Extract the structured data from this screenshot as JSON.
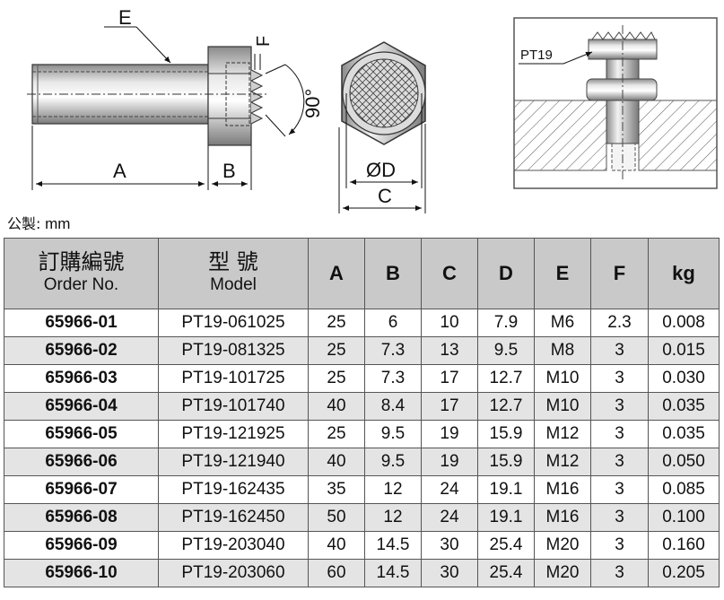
{
  "drawing": {
    "labels": {
      "e": "E",
      "f": "F",
      "angle": "90°",
      "a": "A",
      "b": "B",
      "d": "ØD",
      "c": "C"
    },
    "assembly_label": "PT19"
  },
  "unit_label": {
    "prefix": "公製:",
    "unit": "mm"
  },
  "table": {
    "headers": {
      "order_zh": "訂購編號",
      "order_en": "Order No.",
      "model_zh": "型 號",
      "model_en": "Model",
      "a": "A",
      "b": "B",
      "c": "C",
      "d": "D",
      "e": "E",
      "f": "F",
      "kg": "kg"
    },
    "rows": [
      {
        "order": "65966-01",
        "model": "PT19-061025",
        "a": "25",
        "b": "6",
        "c": "10",
        "d": "7.9",
        "e": "M6",
        "f": "2.3",
        "kg": "0.008"
      },
      {
        "order": "65966-02",
        "model": "PT19-081325",
        "a": "25",
        "b": "7.3",
        "c": "13",
        "d": "9.5",
        "e": "M8",
        "f": "3",
        "kg": "0.015"
      },
      {
        "order": "65966-03",
        "model": "PT19-101725",
        "a": "25",
        "b": "7.3",
        "c": "17",
        "d": "12.7",
        "e": "M10",
        "f": "3",
        "kg": "0.030"
      },
      {
        "order": "65966-04",
        "model": "PT19-101740",
        "a": "40",
        "b": "8.4",
        "c": "17",
        "d": "12.7",
        "e": "M10",
        "f": "3",
        "kg": "0.035"
      },
      {
        "order": "65966-05",
        "model": "PT19-121925",
        "a": "25",
        "b": "9.5",
        "c": "19",
        "d": "15.9",
        "e": "M12",
        "f": "3",
        "kg": "0.035"
      },
      {
        "order": "65966-06",
        "model": "PT19-121940",
        "a": "40",
        "b": "9.5",
        "c": "19",
        "d": "15.9",
        "e": "M12",
        "f": "3",
        "kg": "0.050"
      },
      {
        "order": "65966-07",
        "model": "PT19-162435",
        "a": "35",
        "b": "12",
        "c": "24",
        "d": "19.1",
        "e": "M16",
        "f": "3",
        "kg": "0.085"
      },
      {
        "order": "65966-08",
        "model": "PT19-162450",
        "a": "50",
        "b": "12",
        "c": "24",
        "d": "19.1",
        "e": "M16",
        "f": "3",
        "kg": "0.100"
      },
      {
        "order": "65966-09",
        "model": "PT19-203040",
        "a": "40",
        "b": "14.5",
        "c": "30",
        "d": "25.4",
        "e": "M20",
        "f": "3",
        "kg": "0.160"
      },
      {
        "order": "65966-10",
        "model": "PT19-203060",
        "a": "60",
        "b": "14.5",
        "c": "30",
        "d": "25.4",
        "e": "M20",
        "f": "3",
        "kg": "0.205"
      }
    ]
  }
}
